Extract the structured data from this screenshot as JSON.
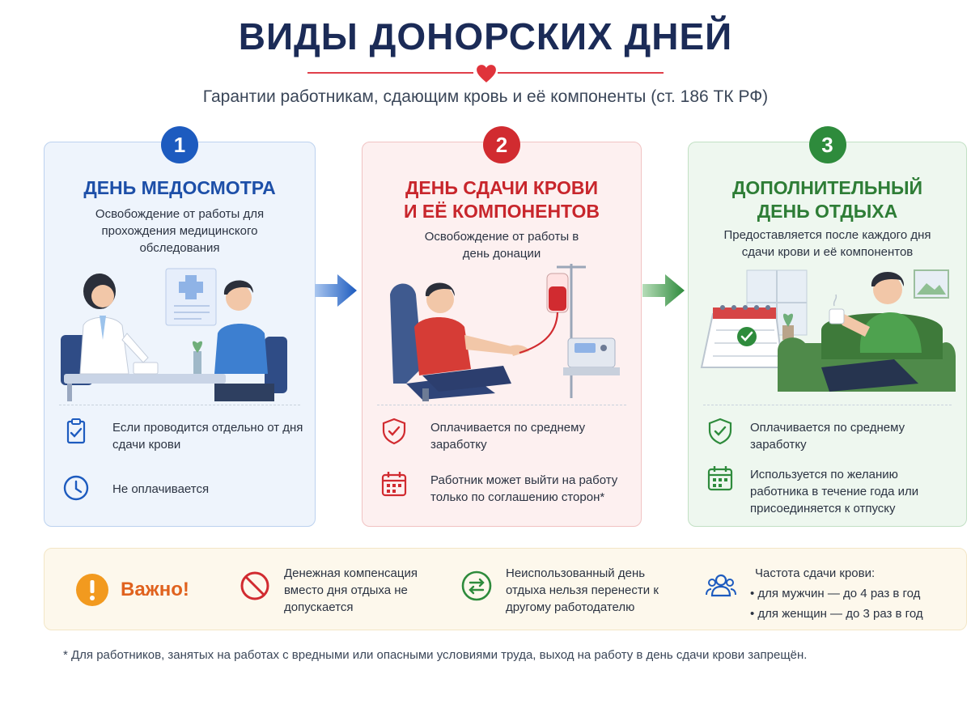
{
  "header": {
    "title": "ВИДЫ ДОНОРСКИХ ДНЕЙ",
    "subtitle": "Гарантии работникам, сдающим кровь и её компоненты (ст. 186 ТК РФ)"
  },
  "cards": [
    {
      "number": "1",
      "title": "ДЕНЬ МЕДОСМОТРА",
      "description": "Освобождение от работы для прохождения медицинского обследования",
      "items": [
        {
          "icon": "clipboard-check-icon",
          "text": "Если проводится отдельно от дня сдачи крови"
        },
        {
          "icon": "clock-icon",
          "text": "Не оплачивается"
        }
      ]
    },
    {
      "number": "2",
      "title_line1": "ДЕНЬ СДАЧИ КРОВИ",
      "title_line2": "И ЕЁ КОМПОНЕНТОВ",
      "description": "Освобождение от работы в день донации",
      "items": [
        {
          "icon": "shield-check-icon",
          "text": "Оплачивается по среднему заработку"
        },
        {
          "icon": "calendar-icon",
          "text": "Работник может выйти на работу только по соглашению сторон*"
        }
      ]
    },
    {
      "number": "3",
      "title_line1": "ДОПОЛНИТЕЛЬНЫЙ",
      "title_line2": "ДЕНЬ ОТДЫХА",
      "description": "Предоставляется после каждого дня сдачи крови и её компонентов",
      "items": [
        {
          "icon": "shield-check-icon",
          "text": "Оплачивается по среднему заработку"
        },
        {
          "icon": "calendar-icon",
          "text": "Используется по желанию работника в течение года или присоединяется к отпуску"
        }
      ]
    }
  ],
  "important": {
    "label": "Важно!",
    "items": [
      {
        "icon": "prohibited-icon",
        "text": "Денежная компенсация вместо дня отдыха не допускается"
      },
      {
        "icon": "transfer-icon",
        "text": "Неиспользованный день отдыха нельзя перенести к другому работодателю"
      }
    ],
    "frequency": {
      "icon": "people-icon",
      "title": "Частота сдачи крови:",
      "men": "• для мужчин — до 4 раз в год",
      "women": "• для женщин — до 3 раз в год"
    }
  },
  "footnote": "* Для работников, занятых на работах с вредными или опасными условиями труда, выход на работу в день сдачи крови запрещён.",
  "colors": {
    "blue": "#1d5bbf",
    "red": "#d12b30",
    "green": "#2e8b3c",
    "orange": "#e0621e",
    "navy": "#1b2b57"
  }
}
